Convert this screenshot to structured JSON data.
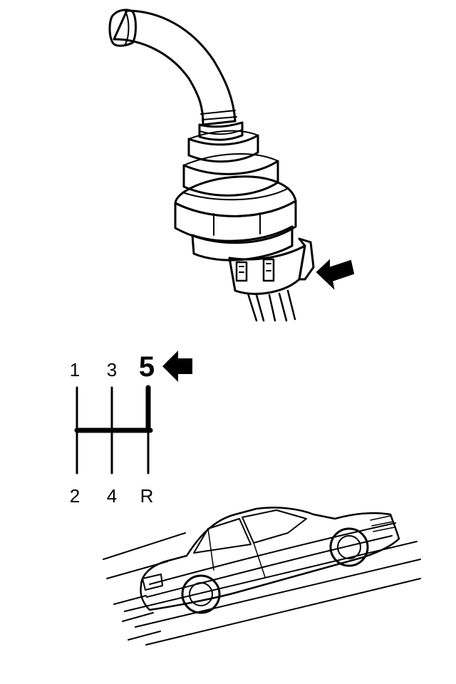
{
  "diagram": {
    "gears": {
      "top": [
        "1",
        "3",
        "5"
      ],
      "bottom": [
        "2",
        "4",
        "R"
      ],
      "active": "5"
    },
    "colors": {
      "ink": "#000000",
      "background": "#ffffff"
    },
    "icons": [
      "arrow-left-icon",
      "switch-arrow-icon"
    ]
  }
}
